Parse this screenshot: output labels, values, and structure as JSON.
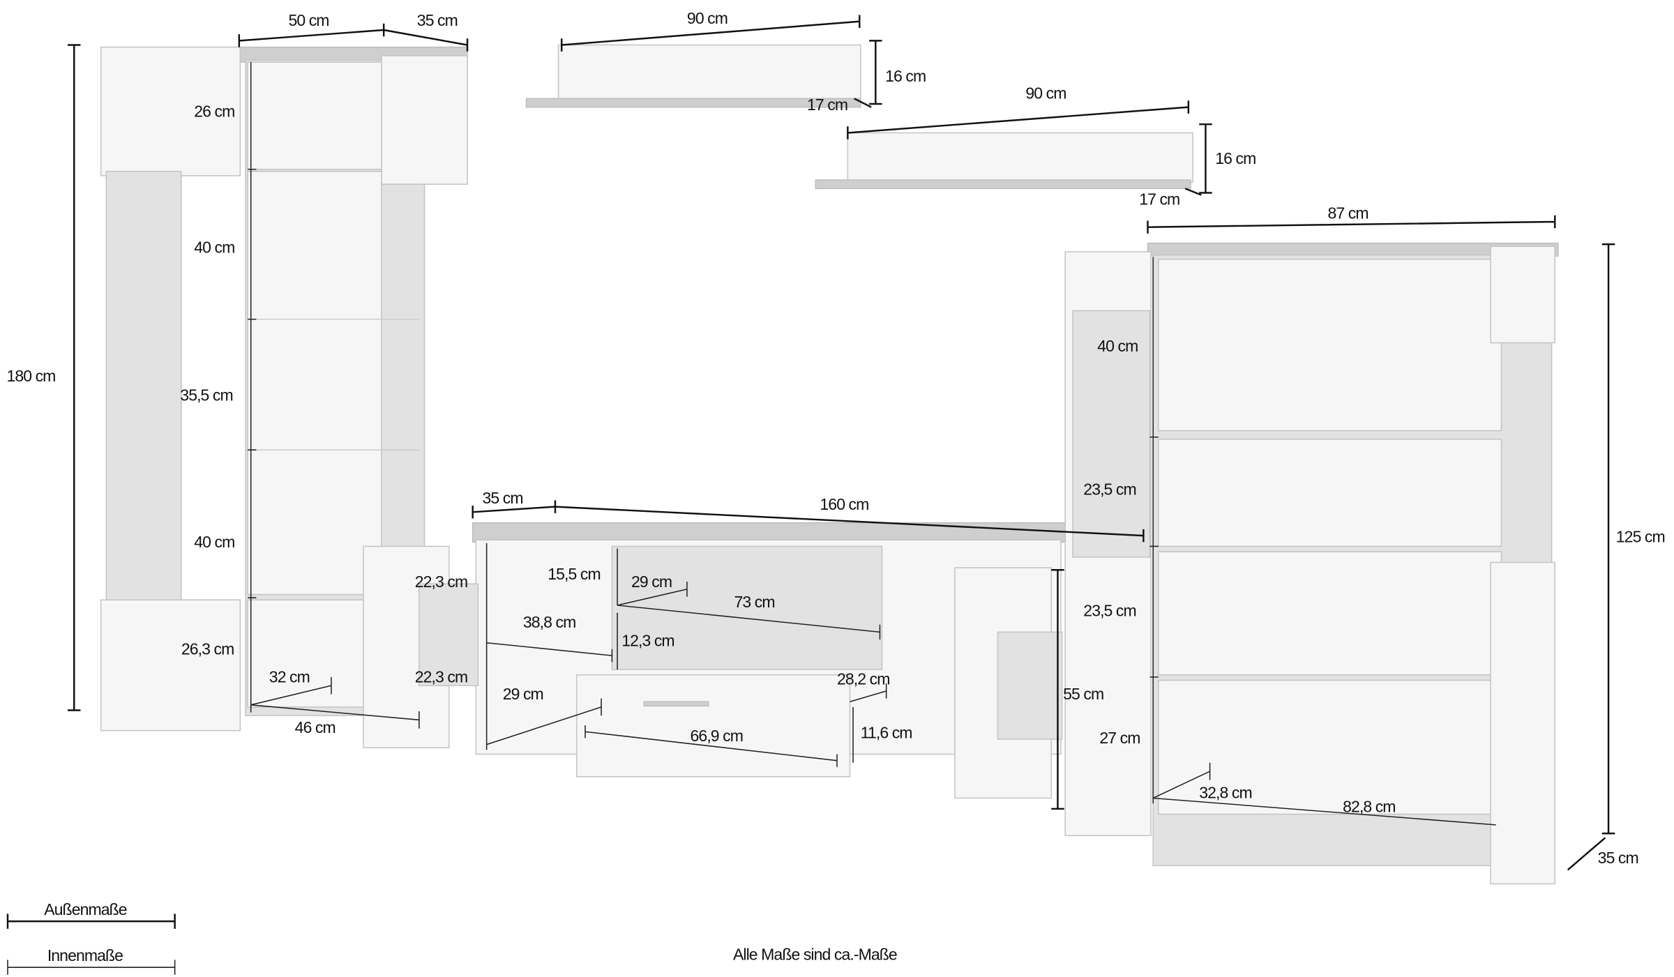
{
  "labels": {
    "left_height": "180 cm",
    "left_width": "50 cm",
    "left_depth": "35 cm",
    "left_c1": "26 cm",
    "left_c2": "40 cm",
    "left_c3": "35,5 cm",
    "left_c4": "40 cm",
    "left_c5": "26,3 cm",
    "left_inner_depth": "32 cm",
    "left_inner_width": "46 cm",
    "shelf1_width": "90 cm",
    "shelf1_height": "16 cm",
    "shelf1_depth": "17 cm",
    "shelf2_width": "90 cm",
    "shelf2_height": "16 cm",
    "shelf2_depth": "17 cm",
    "right_width": "87 cm",
    "right_height": "125 cm",
    "right_depth": "35 cm",
    "right_c1": "40 cm",
    "right_c2": "23,5 cm",
    "right_c3": "23,5 cm",
    "right_c4": "27 cm",
    "right_inner_depth": "32,8 cm",
    "right_inner_width": "82,8 cm",
    "tv_depth": "35 cm",
    "tv_width": "160 cm",
    "tv_left_c1": "22,3 cm",
    "tv_left_c2": "22,3 cm",
    "tv_open_height": "15,5 cm",
    "tv_open_depth": "29 cm",
    "tv_open_width": "73 cm",
    "tv_left_width": "38,8 cm",
    "tv_mid_height": "12,3 cm",
    "tv_left_depth": "29 cm",
    "drawer_depth": "28,2 cm",
    "drawer_height": "11,6 cm",
    "drawer_width": "66,9 cm",
    "tv_height": "55 cm"
  },
  "legend": {
    "outer": "Außenmaße",
    "inner": "Innenmaße"
  },
  "footer": "Alle Maße sind ca.-Maße"
}
